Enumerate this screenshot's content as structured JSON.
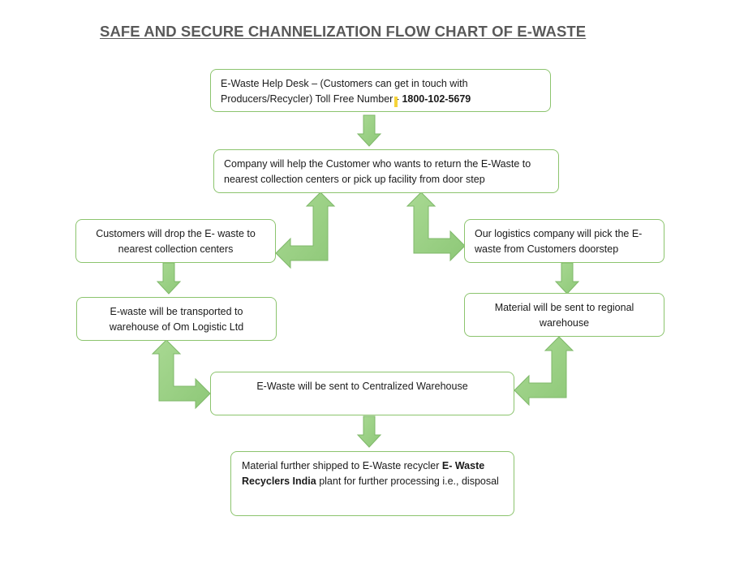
{
  "title": "SAFE AND SECURE CHANNELIZATION FLOW CHART OF E-WASTE",
  "nodes": {
    "helpdesk": {
      "text": "E-Waste Help Desk – (Customers can get in touch with Producers/Recycler) Toll Free Number - ",
      "phone": "1800-102-5679"
    },
    "company_help": {
      "text": "Company will help the Customer who wants to return the E-Waste to nearest collection centers or pick up facility from door step"
    },
    "customer_drop": {
      "text": "Customers will drop the E- waste to nearest collection centers"
    },
    "logistics_pick": {
      "text": "Our logistics company will pick the E-waste from Customers doorstep"
    },
    "transport_om": {
      "text": "E-waste will be transported to warehouse of Om Logistic Ltd"
    },
    "regional_warehouse": {
      "text": "Material will be sent to regional warehouse"
    },
    "central_warehouse": {
      "text": "E-Waste will be sent to Centralized Warehouse"
    },
    "recycler": {
      "text_before": "Material further shipped to E-Waste recycler ",
      "recycler_name": "E- Waste Recyclers India",
      "text_after": " plant for further processing i.e., disposal"
    }
  },
  "colors": {
    "arrow_fill": "#9fd38a",
    "arrow_stroke": "#7fb86a",
    "box_border": "#8cc46e",
    "title": "#595959"
  }
}
